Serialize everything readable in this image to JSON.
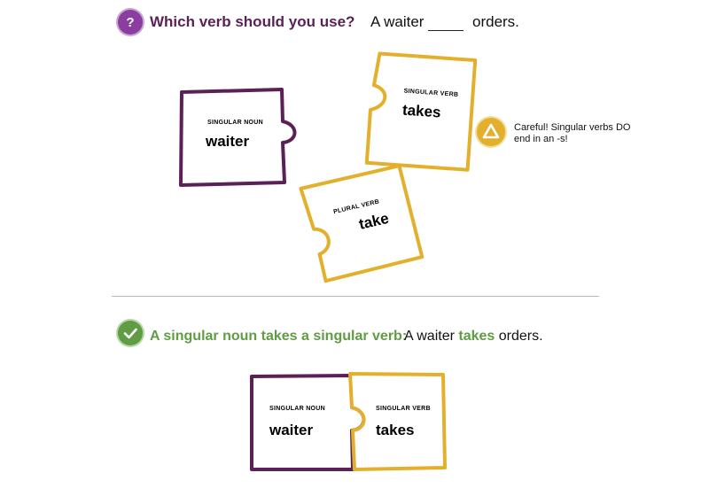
{
  "question": {
    "icon": "question-icon",
    "prompt": "Which verb should you use?",
    "sentence_start": "A waiter",
    "sentence_end": "orders."
  },
  "pieces": {
    "singular_noun": {
      "label": "SINGULAR  NOUN",
      "word": "waiter"
    },
    "singular_verb": {
      "label": "SINGULAR VERB",
      "word": "takes"
    },
    "plural_verb": {
      "label": "PLURAL VERB",
      "word": "take"
    }
  },
  "warning": {
    "icon": "warning-icon",
    "text": "Careful!  Singular verbs DO end in an -s!"
  },
  "answer": {
    "icon": "check-icon",
    "rule": "A singular noun takes a singular verb:",
    "sentence_start": "A waiter ",
    "verb": "takes",
    "sentence_end": " orders.",
    "noun_label": "SINGULAR NOUN",
    "noun_word": "waiter",
    "verb_label": "SINGULAR VERB",
    "verb_word": "takes"
  },
  "colors": {
    "purple": "#5b2157",
    "gold": "#e3b02e",
    "green": "#5f9c44",
    "question_purple": "#8a3fa0"
  }
}
